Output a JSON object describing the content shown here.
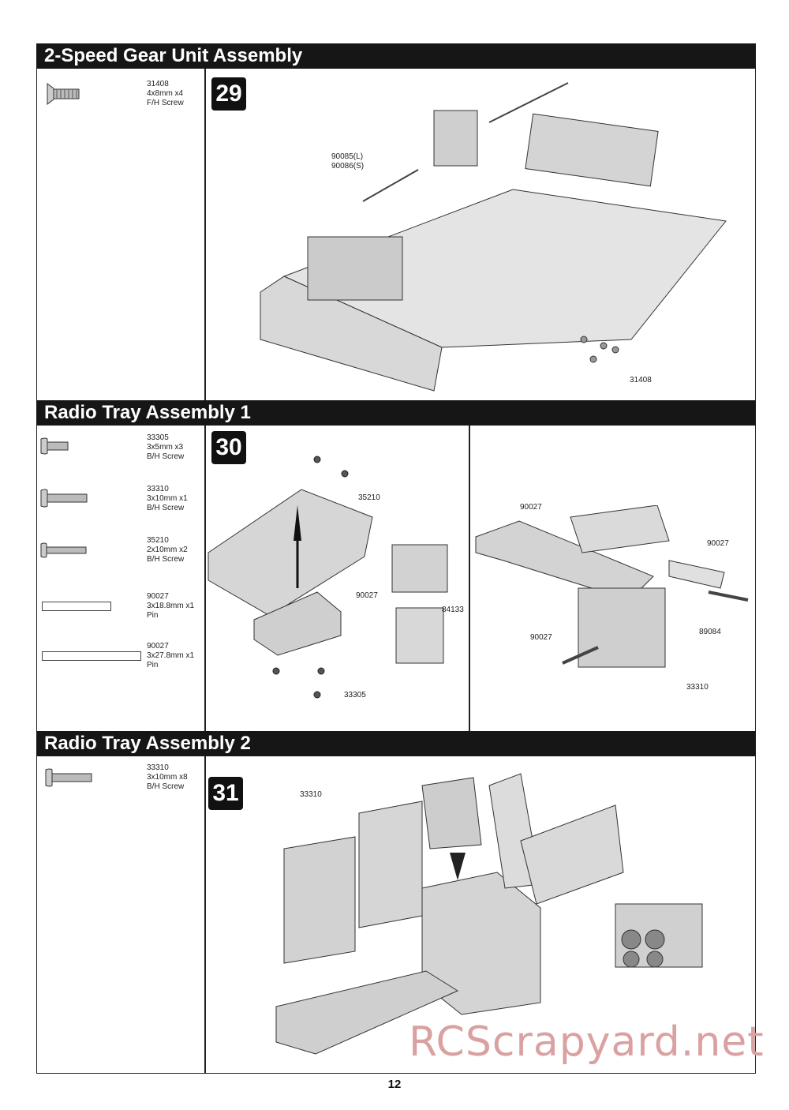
{
  "sections": [
    {
      "title": "2-Speed Gear Unit Assembly",
      "step": "29",
      "parts": [
        {
          "code": "31408",
          "spec": "4x8mm x4",
          "type": "F/H Screw"
        }
      ],
      "callouts": [
        "90085(L)",
        "90086(S)",
        "31408"
      ]
    },
    {
      "title": "Radio Tray Assembly 1",
      "step": "30",
      "parts": [
        {
          "code": "33305",
          "spec": "3x5mm x3",
          "type": "B/H Screw"
        },
        {
          "code": "33310",
          "spec": "3x10mm x1",
          "type": "B/H Screw"
        },
        {
          "code": "35210",
          "spec": "2x10mm x2",
          "type": "B/H Screw"
        },
        {
          "code": "90027",
          "spec": "3x18.8mm x1",
          "type": "Pin"
        },
        {
          "code": "90027",
          "spec": "3x27.8mm x1",
          "type": "Pin"
        }
      ],
      "callouts_left": [
        "35210",
        "90027",
        "84133",
        "33305"
      ],
      "callouts_right": [
        "90027",
        "90027",
        "90027",
        "89084",
        "33310"
      ]
    },
    {
      "title": "Radio Tray Assembly 2",
      "step": "31",
      "parts": [
        {
          "code": "33310",
          "spec": "3x10mm x8",
          "type": "B/H Screw"
        }
      ],
      "callouts": [
        "33310"
      ]
    }
  ],
  "page_number": "12",
  "watermark": "RCScrapyard.net"
}
